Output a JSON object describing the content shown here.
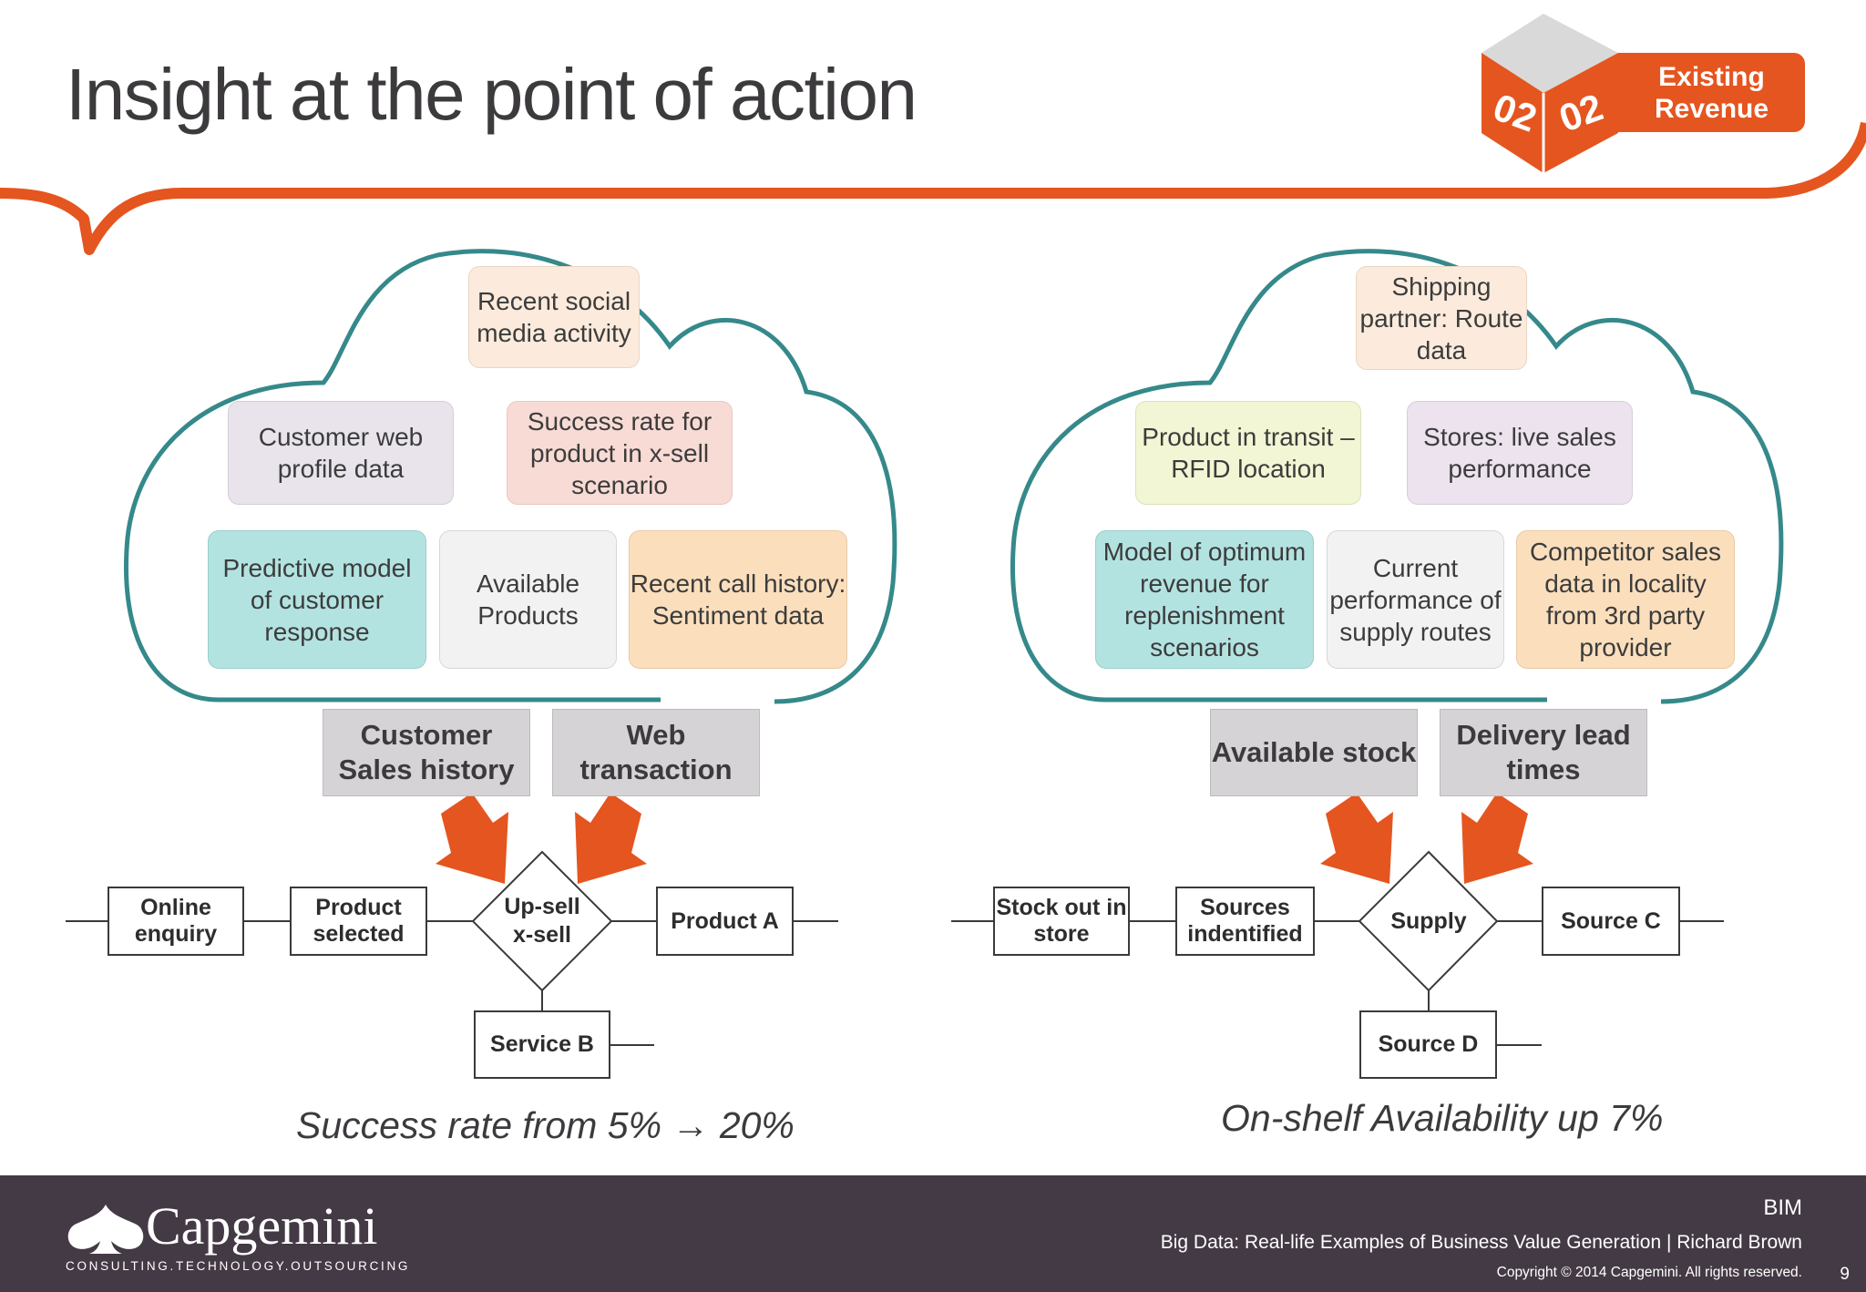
{
  "header": {
    "title": "Insight at the point of action",
    "badge_number_left": "02",
    "badge_number_right": "02",
    "badge_text": "Existing Revenue",
    "accent_color": "#e5551f"
  },
  "left_panel": {
    "cloud_items": [
      "Recent social media activity",
      "Customer web profile data",
      "Success rate for product in x-sell scenario",
      "Predictive model of customer response",
      "Available Products",
      "Recent call history: Sentiment data"
    ],
    "sources": [
      "Customer Sales history",
      "Web transaction"
    ],
    "flow": {
      "step1": "Online enquiry",
      "step2": "Product selected",
      "decision": "Up-sell x-sell",
      "outcome_right": "Product A",
      "outcome_down": "Service B"
    },
    "result": "Success rate from 5% → 20%"
  },
  "right_panel": {
    "cloud_items": [
      "Shipping partner: Route data",
      "Product in transit – RFID location",
      "Stores: live sales performance",
      "Model of optimum revenue for replenishment scenarios",
      "Current performance of supply routes",
      "Competitor sales data in locality from 3rd party provider"
    ],
    "sources": [
      "Available stock",
      "Delivery lead times"
    ],
    "flow": {
      "step1": "Stock out in store",
      "step2": "Sources indentified",
      "decision": "Supply",
      "outcome_right": "Source C",
      "outcome_down": "Source D"
    },
    "result": "On-shelf Availability up 7%"
  },
  "footer": {
    "logo_text": "Capgemini",
    "logo_tagline": "CONSULTING.TECHNOLOGY.OUTSOURCING",
    "tag": "BIM",
    "subtitle": "Big Data: Real-life Examples of Business Value Generation | Richard Brown",
    "copyright": "Copyright © 2014 Capgemini. All rights reserved.",
    "page_number": "9"
  }
}
